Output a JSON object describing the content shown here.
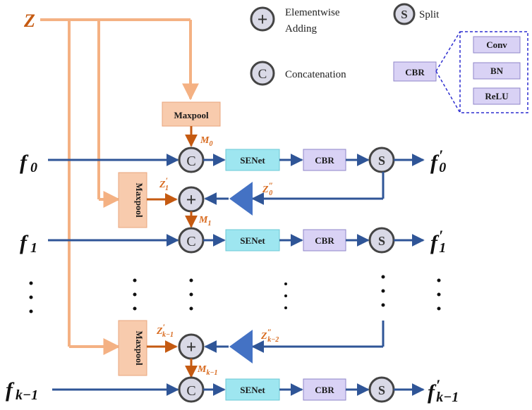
{
  "inputs": {
    "z": "Z",
    "f": [
      "f",
      "f",
      "f",
      "f"
    ],
    "f_subs": [
      "0",
      "1",
      "k−1"
    ],
    "f_out_subs": [
      "0",
      "1",
      "k−1"
    ]
  },
  "legend": {
    "add_symbol": "+",
    "add_label_line1": "Elementwise",
    "add_label_line2": "Adding",
    "split_symbol": "S",
    "split_label": "Split",
    "concat_symbol": "C",
    "concat_label": "Concatenation",
    "cbr_label": "CBR",
    "cbr_parts": [
      "Conv",
      "BN",
      "ReLU"
    ]
  },
  "blocks": {
    "maxpool": "Maxpool",
    "senet": "SENet",
    "cbr": "CBR",
    "concat": "C",
    "split": "S",
    "add": "+"
  },
  "labels": {
    "m0": "M",
    "m0_sub": "0",
    "m1": "M",
    "m1_sub": "1",
    "mk": "M",
    "mk_sub": "k−1",
    "z1": "Z",
    "z1_sub": "1",
    "z1_prime": "′",
    "zk": "Z",
    "zk_sub": "k−1",
    "zk_prime": "′",
    "z0pp": "Z",
    "z0pp_sub": "0",
    "z0pp_prime": "″",
    "zk2pp": "Z",
    "zk2pp_sub": "k−2",
    "zk2pp_prime": "″",
    "prime": "′"
  },
  "colors": {
    "orange_line": "#f4b183",
    "orange_arrow": "#c55a11",
    "blue_line": "#2f5597",
    "maxpool_fill": "#f8cbad",
    "senet_fill": "#9ee6f0",
    "cbr_fill": "#d9d2f5",
    "node_fill": "#d9d9e6",
    "trapezoid": "#4472c4"
  }
}
